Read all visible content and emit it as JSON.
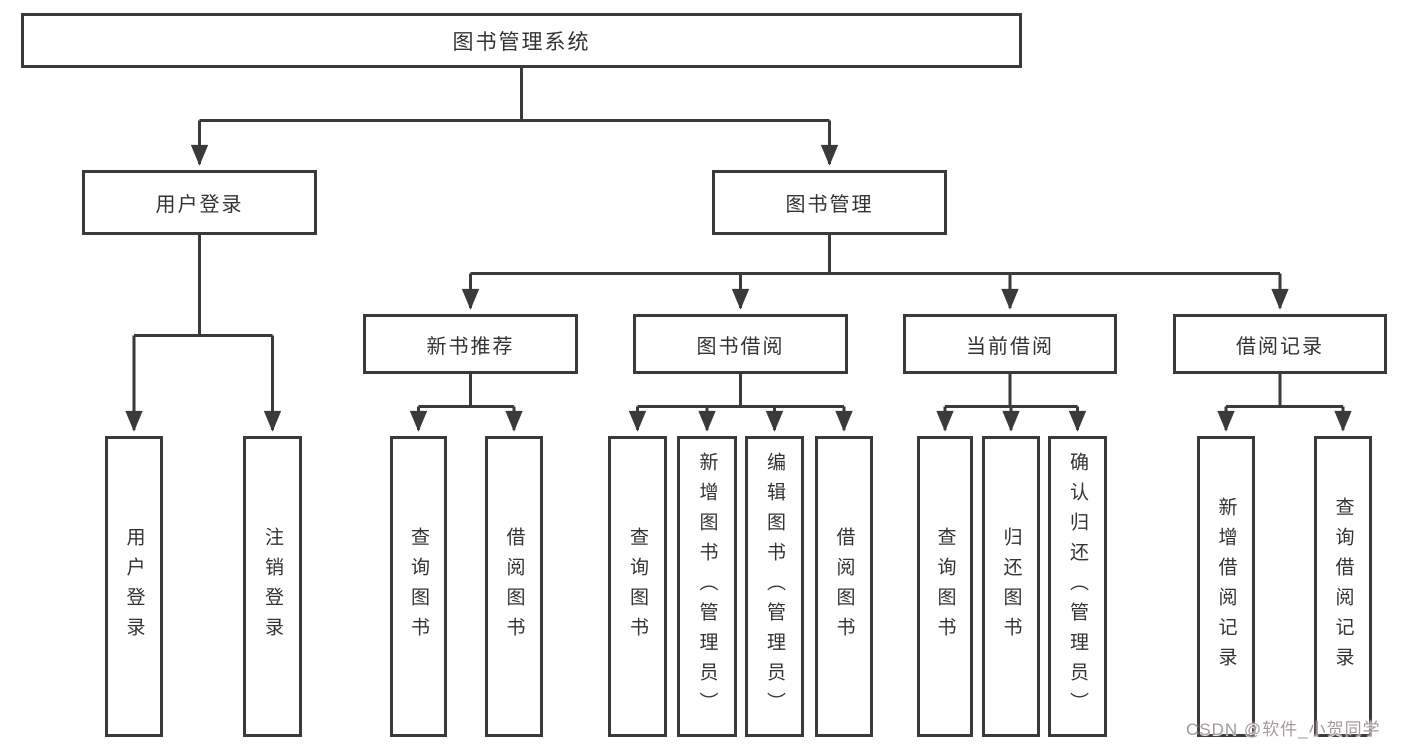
{
  "colors": {
    "line": "#3a3a3a",
    "box_border": "#3a3a3a",
    "box_background": "#ffffff",
    "text": "#333333",
    "watermark_text": "#a39a9a"
  },
  "tree": {
    "root": {
      "label": "图书管理系统"
    },
    "level2": [
      {
        "label": "用户登录"
      },
      {
        "label": "图书管理"
      }
    ],
    "level3": [
      {
        "label": "新书推荐"
      },
      {
        "label": "图书借阅"
      },
      {
        "label": "当前借阅"
      },
      {
        "label": "借阅记录"
      }
    ],
    "leaves": {
      "user_login": [
        {
          "label": "用户登录"
        },
        {
          "label": "注销登录"
        }
      ],
      "new_books": [
        {
          "label": "查询图书"
        },
        {
          "label": "借阅图书"
        }
      ],
      "book_borrow": [
        {
          "label": "查询图书"
        },
        {
          "label": "新增图书（管理员）"
        },
        {
          "label": "编辑图书（管理员）"
        },
        {
          "label": "借阅图书"
        }
      ],
      "current_borrow": [
        {
          "label": "查询图书"
        },
        {
          "label": "归还图书"
        },
        {
          "label": "确认归还（管理员）"
        }
      ],
      "borrow_records": [
        {
          "label": "新增借阅记录"
        },
        {
          "label": "查询借阅记录"
        }
      ]
    }
  },
  "watermark": {
    "text": "CSDN @软件_小贺同学"
  }
}
